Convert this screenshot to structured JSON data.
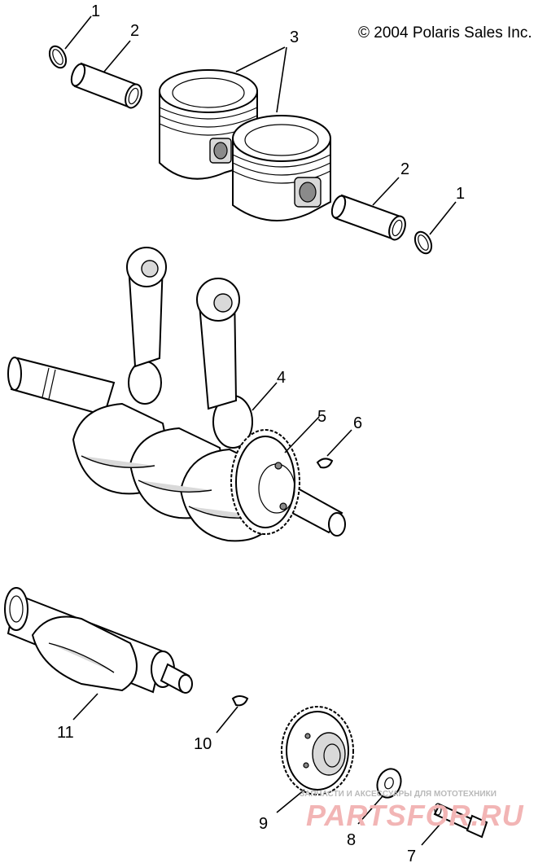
{
  "copyright": "© 2004 Polaris Sales Inc.",
  "callouts": {
    "c1a": "1",
    "c2a": "2",
    "c3": "3",
    "c2b": "2",
    "c1b": "1",
    "c4": "4",
    "c5": "5",
    "c6": "6",
    "c11": "11",
    "c10": "10",
    "c9": "9",
    "c8": "8",
    "c7": "7"
  },
  "watermark": {
    "top": "ЗАПЧАСТИ И АКСЕССУАРЫ ДЛЯ МОТОТЕХНИКИ",
    "brand": "PARTSFOR.RU"
  }
}
